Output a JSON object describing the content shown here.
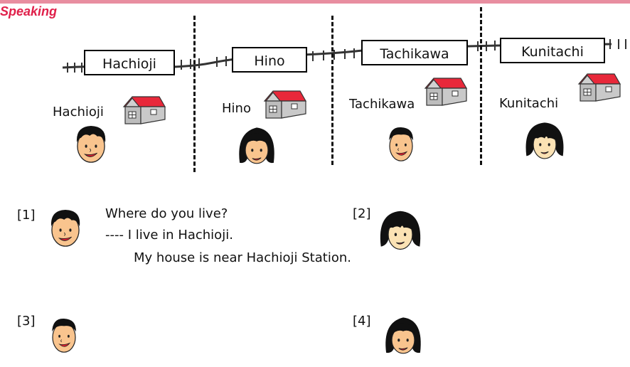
{
  "header": {
    "title": "Speaking"
  },
  "stations": [
    {
      "sign": "Hachioji",
      "city": "Hachioji"
    },
    {
      "sign": "Hino",
      "city": "Hino"
    },
    {
      "sign": "Tachikawa",
      "city": "Tachikawa"
    },
    {
      "sign": "Kunitachi",
      "city": "Kunitachi"
    }
  ],
  "exercises": [
    {
      "label": "[1]"
    },
    {
      "label": "[2]"
    },
    {
      "label": "[3]"
    },
    {
      "label": "[4]"
    }
  ],
  "dialogue": {
    "question": "Where do you live?",
    "answer": "---- I live in Hachioji.",
    "detail": "My house is near Hachioji Station."
  },
  "colors": {
    "title": "#e0204a",
    "roof": "#e8283a",
    "wall": "#b8b8b8",
    "skin": "#f9c48e",
    "skin_light": "#fbe2b4",
    "mouth": "#e02030"
  }
}
